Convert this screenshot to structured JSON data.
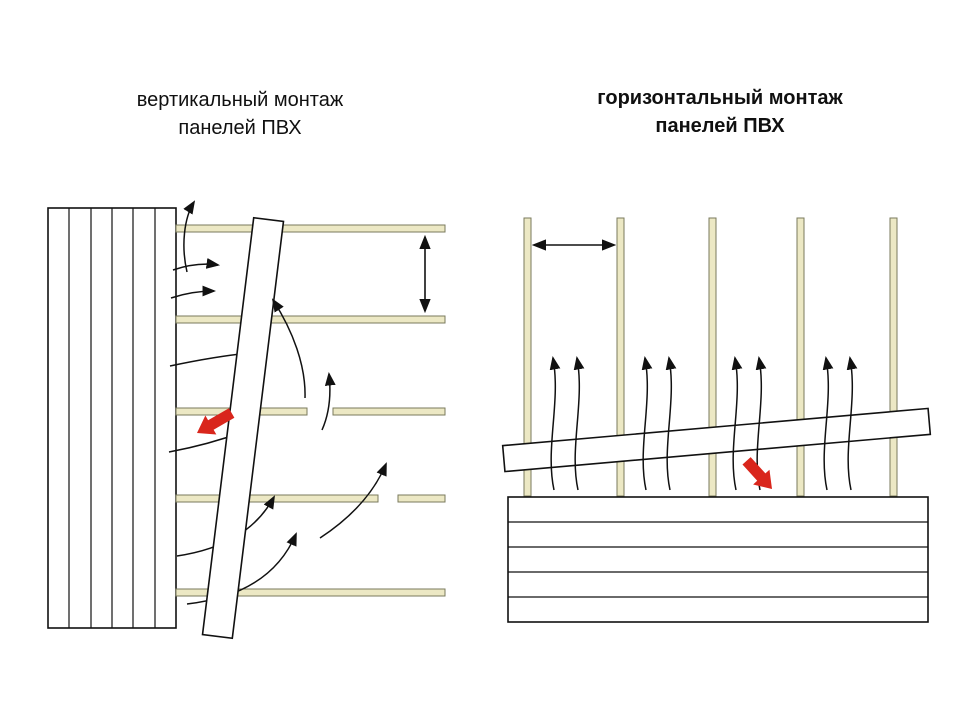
{
  "titles": {
    "left": "вертикальный монтаж\nпанелей ПВХ",
    "right": "горизонтальный монтаж\nпанелей ПВХ"
  },
  "colors": {
    "background": "#ffffff",
    "text": "#101010",
    "line": "#111111",
    "panel-fill": "#ffffff",
    "batten-fill": "#ece8c4",
    "batten-stroke": "#7a7a5c",
    "arrow-red": "#d9261c"
  },
  "diagrams": {
    "left": {
      "subject": "vertical mounting of PVC panels on horizontal battens"
    },
    "right": {
      "subject": "horizontal mounting of PVC panels on vertical battens"
    }
  }
}
